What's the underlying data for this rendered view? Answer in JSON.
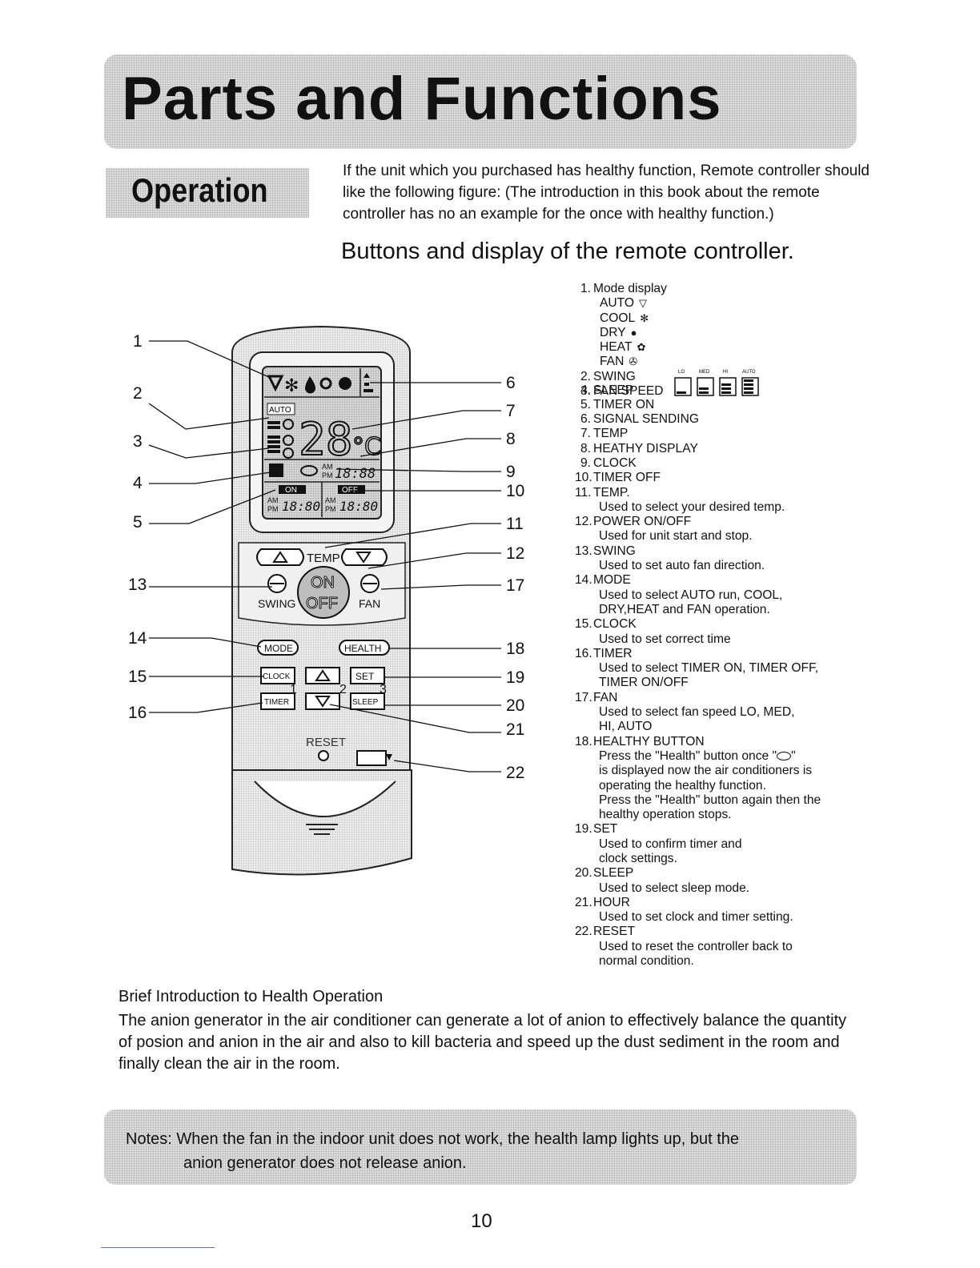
{
  "header": {
    "title": "Parts and Functions",
    "section": "Operation"
  },
  "intro": "If the unit which you purchased has healthy function, Remote controller should like the following figure: (The introduction in this book about the remote controller has no an example for the once with healthy function.)",
  "subtitle": "Buttons and display of the remote controller.",
  "figure": {
    "callouts_left": [
      "1",
      "2",
      "3",
      "4",
      "5",
      "13",
      "14",
      "15",
      "16"
    ],
    "callouts_right": [
      "6",
      "7",
      "8",
      "9",
      "10",
      "11",
      "12",
      "17",
      "18",
      "19",
      "20",
      "21",
      "22"
    ],
    "lcd": {
      "auto": "AUTO",
      "temp": "28",
      "unit": "°C",
      "clock": "18:88",
      "am": "AM",
      "pm": "PM",
      "on": "ON",
      "off": "OFF",
      "timer_on": "18:80",
      "timer_off": "18:80"
    },
    "buttons": {
      "temp": "TEMP",
      "on": "ON",
      "off": "OFF",
      "swing": "SWING",
      "fan": "FAN",
      "mode": "MODE",
      "health": "HEALTH",
      "clock": "CLOCK",
      "set": "SET",
      "timer": "TIMER",
      "sleep": "SLEEP",
      "reset": "RESET",
      "step1": "1",
      "step2": "2",
      "step3": "3"
    }
  },
  "legend": {
    "items": [
      {
        "num": "1.",
        "label": "Mode display"
      },
      {
        "num": "2.",
        "label": "SWING"
      },
      {
        "num": "3.",
        "label": "FAN SPEED"
      },
      {
        "num": "4.",
        "label": "SLEEP"
      },
      {
        "num": "5.",
        "label": "TIMER ON"
      },
      {
        "num": "6.",
        "label": "SIGNAL SENDING"
      },
      {
        "num": "7.",
        "label": "TEMP"
      },
      {
        "num": "8.",
        "label": "HEATHY DISPLAY"
      },
      {
        "num": "9.",
        "label": "CLOCK"
      },
      {
        "num": "10.",
        "label": "TIMER OFF"
      },
      {
        "num": "11.",
        "label": "TEMP."
      },
      {
        "num": "12.",
        "label": "POWER ON/OFF"
      },
      {
        "num": "13.",
        "label": "SWING"
      },
      {
        "num": "14.",
        "label": "MODE"
      },
      {
        "num": "15.",
        "label": "CLOCK"
      },
      {
        "num": "16.",
        "label": "TIMER"
      },
      {
        "num": "17.",
        "label": "FAN"
      },
      {
        "num": "18.",
        "label": "HEALTHY BUTTON"
      },
      {
        "num": "19.",
        "label": "SET"
      },
      {
        "num": "20.",
        "label": "SLEEP"
      },
      {
        "num": "21.",
        "label": "HOUR"
      },
      {
        "num": "22.",
        "label": "RESET"
      }
    ],
    "modes": [
      {
        "label": "AUTO",
        "icon": "auto-mode-icon"
      },
      {
        "label": "COOL",
        "icon": "cool-mode-icon"
      },
      {
        "label": "DRY",
        "icon": "dry-mode-icon"
      },
      {
        "label": "HEAT",
        "icon": "heat-mode-icon"
      },
      {
        "label": "FAN",
        "icon": "fan-mode-icon"
      }
    ],
    "fan_speeds": [
      "LO",
      "MED",
      "HI",
      "AUTO"
    ],
    "desc": {
      "temp": "Used to select your desired temp.",
      "power": "Used for unit start and stop.",
      "swing": "Used to set auto fan direction.",
      "mode_1": "Used to select AUTO run, COOL,",
      "mode_2": "DRY,HEAT and FAN operation.",
      "clock": "Used to set correct time",
      "timer_1": "Used to select TIMER ON, TIMER OFF,",
      "timer_2": "TIMER ON/OFF",
      "fan_1": "Used to select fan speed LO, MED,",
      "fan_2": "HI, AUTO",
      "health_1a": "Press the \"Health\" button once \"",
      "health_1b": "\"",
      "health_2": "is displayed now the air conditioners is",
      "health_3": "operating the healthy function.",
      "health_4": "Press the \"Health\" button again then the",
      "health_5": "healthy operation stops.",
      "set_1": "Used to confirm timer and",
      "set_2": "clock settings.",
      "sleep": "Used to select sleep mode.",
      "hour": "Used to set clock and timer setting.",
      "reset_1": "Used to reset the controller back to",
      "reset_2": "normal condition."
    }
  },
  "health": {
    "heading": "Brief Introduction to Health Operation",
    "body": "The anion generator in the air conditioner can generate a lot of anion to effectively balance the quantity of posion and anion in the air and also to kill bacteria and speed up the dust sediment in the room and finally clean the air in the room."
  },
  "notes": {
    "line1": "Notes: When the fan in the indoor unit does not work, the health lamp lights up, but the",
    "line2": "anion generator does not release anion."
  },
  "page_number": "10"
}
